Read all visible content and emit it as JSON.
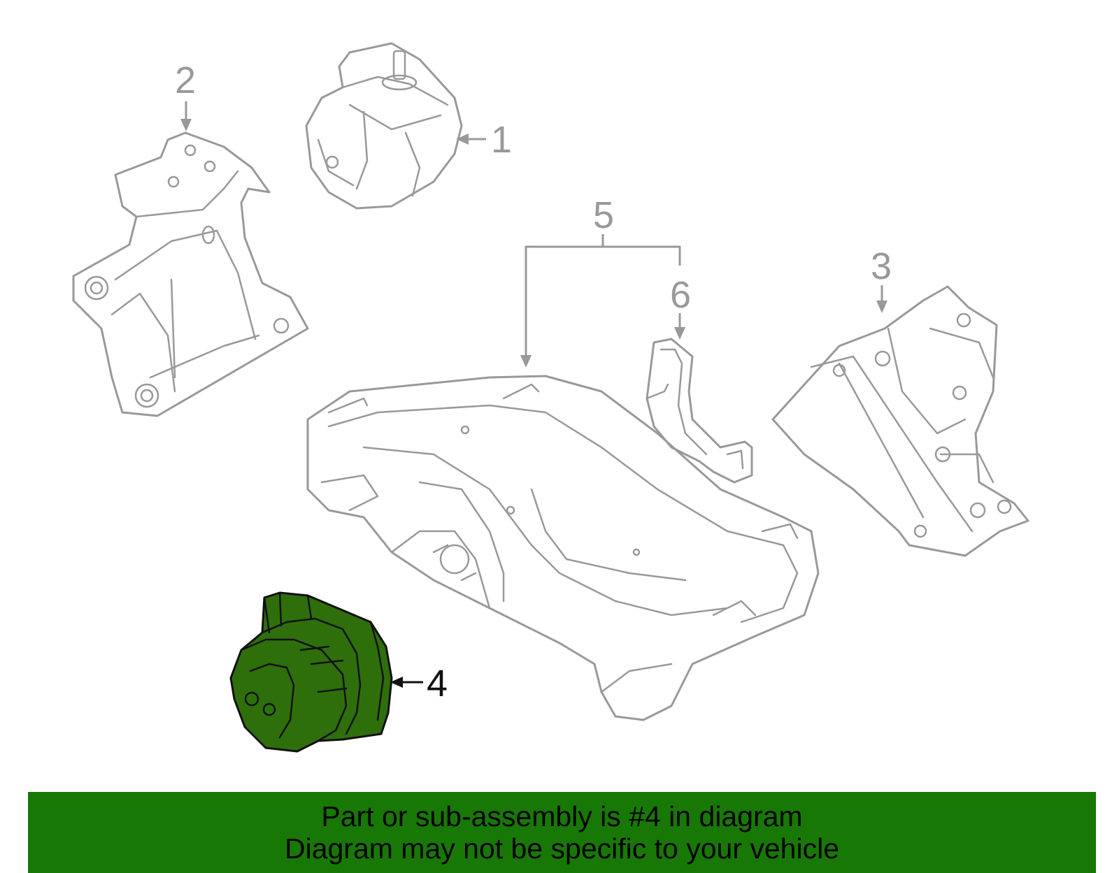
{
  "callouts": {
    "c1": "1",
    "c2": "2",
    "c3": "3",
    "c4": "4",
    "c5": "5",
    "c6": "6"
  },
  "highlighted_part": "4",
  "colors": {
    "highlight_fill": "#2e6f0c",
    "banner_bg": "#187806",
    "line_gray": "#999999"
  },
  "banner": {
    "line1": "Part or sub-assembly is #4 in diagram",
    "line2": "Diagram may not be specific to your vehicle"
  }
}
